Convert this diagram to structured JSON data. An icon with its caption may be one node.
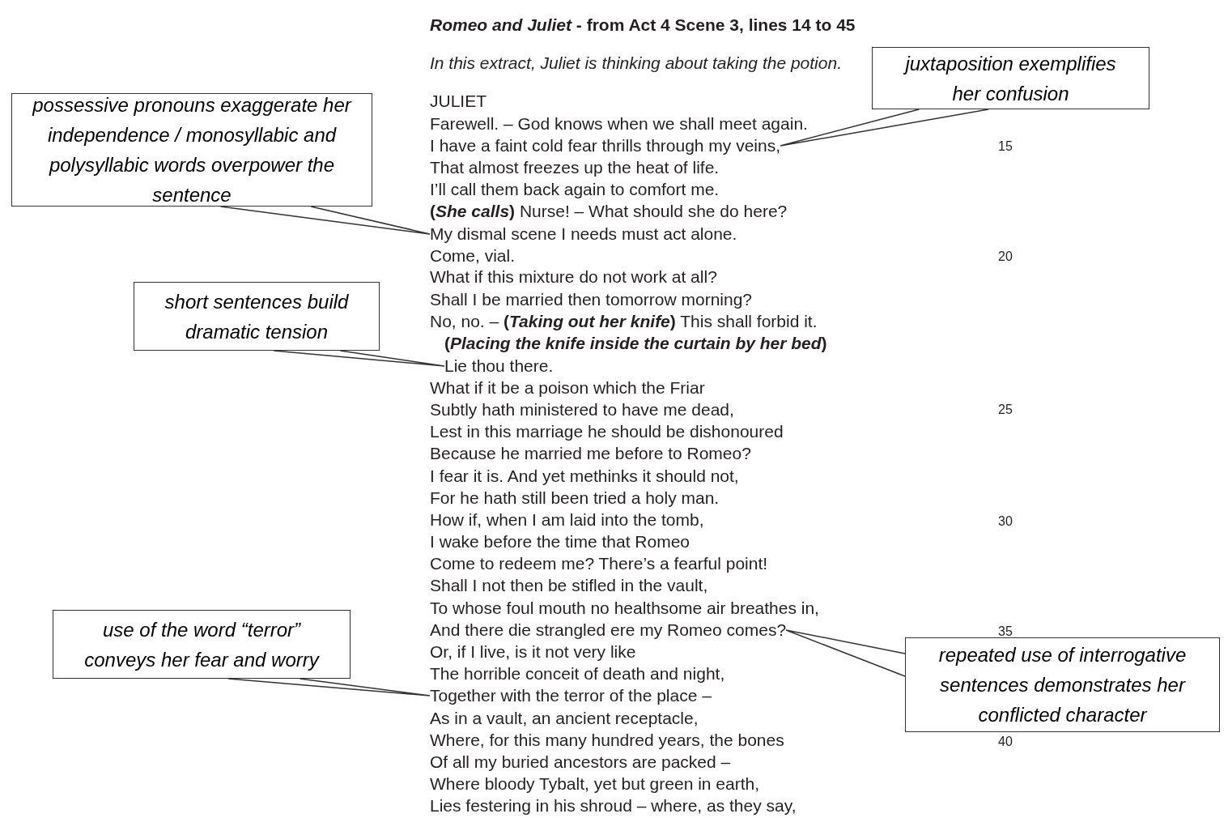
{
  "diagram": {
    "title": "*Romeo and Juliet* - from Act 4 Scene 3, lines 14 to 45",
    "nodes": [
      {
        "text": [
          "possessive pronouns exaggerate her independence / monosyllabic and polysyllabic words overpower the sentence"
        ]
      },
      {
        "text": [
          "juxtaposition exemplifies her confusion"
        ]
      },
      {
        "text": [
          "I have a faint cold fear thrills through my veins,"
        ]
      },
      {
        "text": [
          "My dismal scene I needs must act alone."
        ]
      },
      {
        "text": [
          "short sentences build dramatic tension"
        ]
      },
      {
        "text": [
          "Lie thou there."
        ]
      },
      {
        "text": [
          "use of the word “terror” conveys her fear and worry"
        ]
      },
      {
        "text": [
          "And there die strangled ere my Romeo comes?"
        ]
      },
      {
        "text": [
          "repeated use of interrogative sentences demonstrates her conflicted character"
        ]
      },
      {
        "text": [
          "Together with the terror of the place –"
        ]
      }
    ],
    "edges": [
      {
        "from": 1,
        "to": 2,
        "arrow": "none"
      },
      {
        "from": 0,
        "to": 3,
        "arrow": "none"
      },
      {
        "from": 4,
        "to": 5,
        "arrow": "none"
      },
      {
        "from": 8,
        "to": 7,
        "arrow": "none"
      },
      {
        "from": 6,
        "to": 9,
        "arrow": "none"
      }
    ],
    "labels": [
      "In this extract, Juliet is thinking about taking the potion.",
      "JULIET",
      "Farewell. – God knows when we shall meet again.",
      "15",
      "That almost freezes up the heat of life.",
      "I’ll call them back again to comfort me.",
      "**(*She calls*)** Nurse! – What should she do here?",
      "Come, vial.",
      "20",
      "What if this mixture do not work at all?",
      "Shall I be married then tomorrow morning?",
      "No, no. – **(*Taking out her knife*)** This shall forbid it.",
      "(*Placing the knife inside the curtain by her bed*)",
      "What if it be a poison which the Friar",
      "Subtly hath ministered to have me dead,",
      "25",
      "Lest in this marriage he should be dishonoured",
      "Because he married me before to Romeo?",
      "I fear it is. And yet methinks it should not,",
      "For he hath still been tried a holy man.",
      "How if, when I am laid into the tomb,",
      "30",
      "I wake before the time that Romeo",
      "Come to redeem me? There’s a fearful point!",
      "Shall I not then be stifled in the vault,",
      "To whose foul mouth no healthsome air breathes in,",
      "35",
      "Or, if I live, is it not very like",
      "The horrible conceit of death and night,",
      "As in a vault, an ancient receptacle,",
      "Where, for this many hundred years, the bones",
      "40",
      "Of all my buried ancestors are packed –",
      "Where bloody Tybalt, yet but green in earth,",
      "Lies festering in his shroud – where, as they say,"
    ]
  }
}
